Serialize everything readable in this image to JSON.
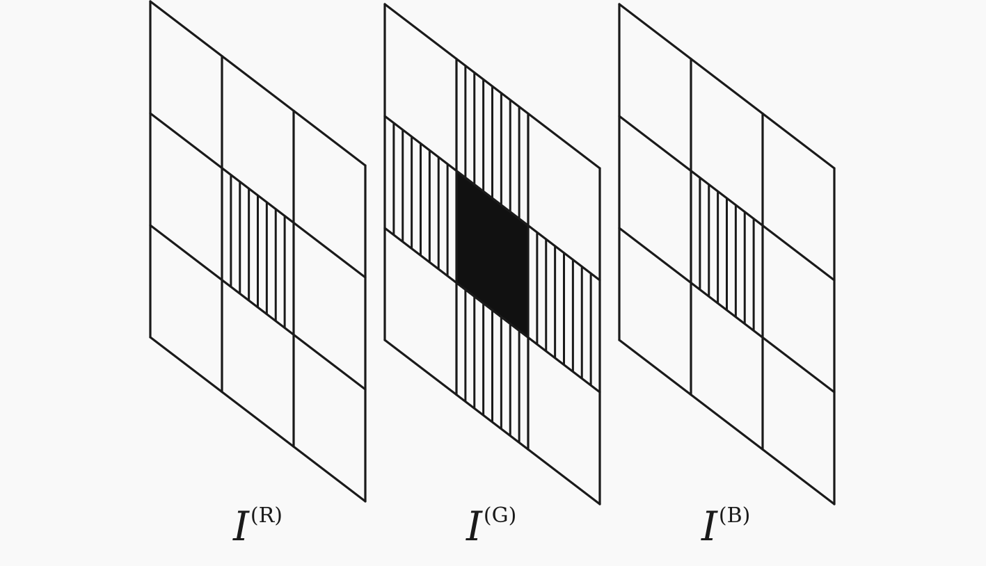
{
  "figure": {
    "background": "#f9f9f9",
    "stroke_color": "#1a1a1a",
    "fill_color": "#111111",
    "panels": [
      {
        "id": "r",
        "symbol": "I",
        "superscript": "(R)",
        "grid": [
          [
            "empty",
            "empty",
            "empty"
          ],
          [
            "empty",
            "striped",
            "empty"
          ],
          [
            "empty",
            "empty",
            "empty"
          ]
        ]
      },
      {
        "id": "g",
        "symbol": "I",
        "superscript": "(G)",
        "grid": [
          [
            "empty",
            "striped",
            "empty"
          ],
          [
            "striped",
            "filled",
            "striped"
          ],
          [
            "empty",
            "striped",
            "empty"
          ]
        ]
      },
      {
        "id": "b",
        "symbol": "I",
        "superscript": "(B)",
        "grid": [
          [
            "empty",
            "empty",
            "empty"
          ],
          [
            "empty",
            "striped",
            "empty"
          ],
          [
            "empty",
            "empty",
            "empty"
          ]
        ]
      }
    ]
  }
}
